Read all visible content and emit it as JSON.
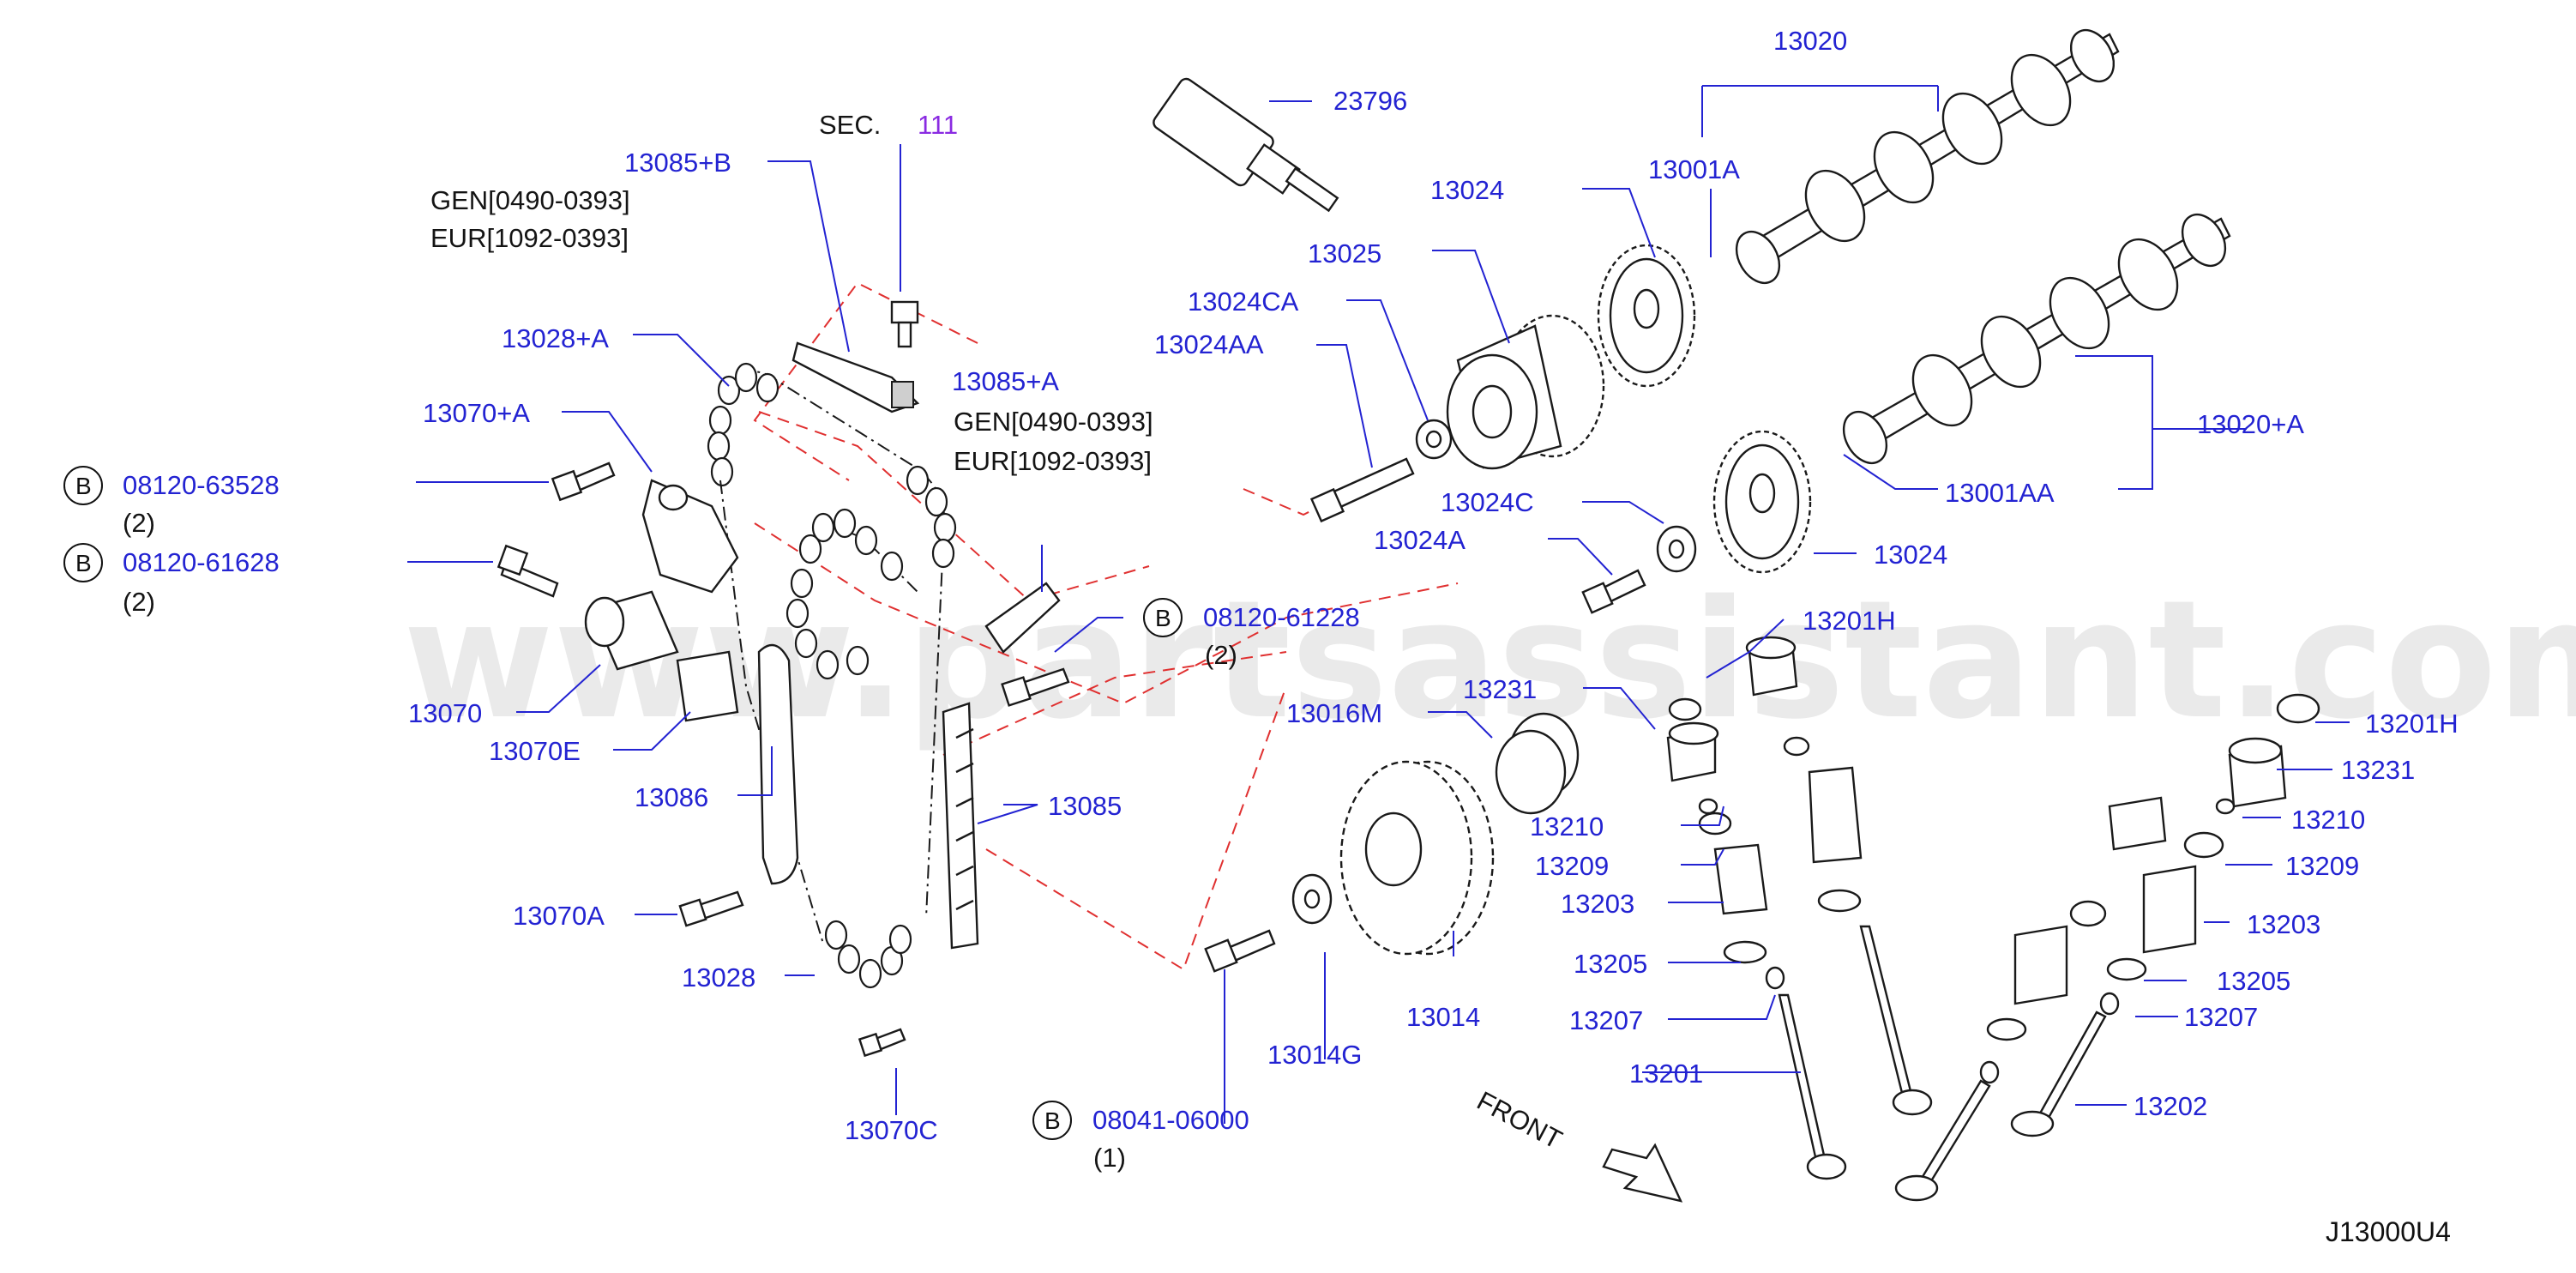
{
  "watermark": "www.partsassistant.com",
  "diagram_code": "J13000U4",
  "front_label": "FRONT",
  "sec": {
    "label": "SEC.",
    "number": "111"
  },
  "notes": {
    "gen_b": "GEN[0490-0393]",
    "eur_b": "EUR[1092-0393]",
    "gen_a": "GEN[0490-0393]",
    "eur_a": "EUR[1092-0393]"
  },
  "bolts": [
    {
      "symbol": "B",
      "number": "08120-63528",
      "qty": "(2)"
    },
    {
      "symbol": "B",
      "number": "08120-61628",
      "qty": "(2)"
    },
    {
      "symbol": "B",
      "number": "08120-61228",
      "qty": "(2)"
    },
    {
      "symbol": "B",
      "number": "08041-06000",
      "qty": "(1)"
    }
  ],
  "parts": {
    "p23796": "23796",
    "p13020": "13020",
    "p13001A": "13001A",
    "p13024_top": "13024",
    "p13025": "13025",
    "p13024CA": "13024CA",
    "p13024AA": "13024AA",
    "p13020A": "13020+A",
    "p13001AA": "13001AA",
    "p13024C": "13024C",
    "p13024A": "13024A",
    "p13024_mid": "13024",
    "p13085B": "13085+B",
    "p13085A": "13085+A",
    "p13028A": "13028+A",
    "p13070A_plus": "13070+A",
    "p13070": "13070",
    "p13070E": "13070E",
    "p13086": "13086",
    "p13085": "13085",
    "p13070A": "13070A",
    "p13028": "13028",
    "p13070C": "13070C",
    "p13201H_c": "13201H",
    "p13231_c": "13231",
    "p13016M": "13016M",
    "p13210_c": "13210",
    "p13209_c": "13209",
    "p13203_c": "13203",
    "p13205_c": "13205",
    "p13207_c": "13207",
    "p13201": "13201",
    "p13014": "13014",
    "p13014G": "13014G",
    "p13201H_r": "13201H",
    "p13231_r": "13231",
    "p13210_r": "13210",
    "p13209_r": "13209",
    "p13203_r": "13203",
    "p13205_r": "13205",
    "p13207_r": "13207",
    "p13202": "13202"
  },
  "colors": {
    "part_label": "#2323d2",
    "ref_label": "#8a2be2",
    "dash_line": "#e03030",
    "watermark": "#d9d9d9"
  }
}
